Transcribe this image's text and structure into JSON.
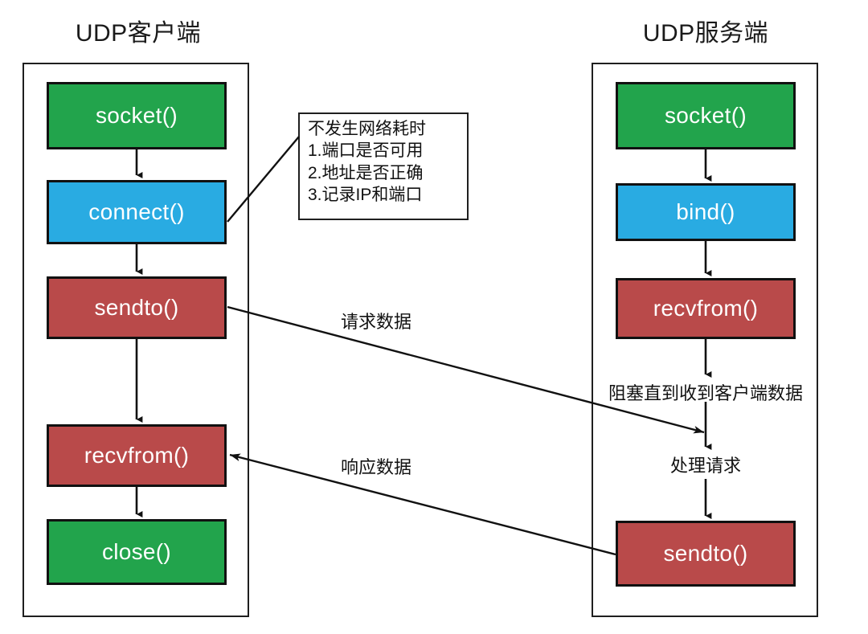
{
  "diagram": {
    "title_client": "UDP客户端",
    "title_server": "UDP服务端"
  },
  "client": {
    "nodes": [
      {
        "label": "socket()",
        "color": "green"
      },
      {
        "label": "connect()",
        "color": "blue"
      },
      {
        "label": "sendto()",
        "color": "red"
      },
      {
        "label": "recvfrom()",
        "color": "red"
      },
      {
        "label": "close()",
        "color": "green"
      }
    ]
  },
  "server": {
    "nodes": [
      {
        "label": "socket()",
        "color": "green"
      },
      {
        "label": "bind()",
        "color": "blue"
      },
      {
        "label": "recvfrom()",
        "color": "red"
      },
      {
        "label": "sendto()",
        "color": "red"
      }
    ],
    "annotations": {
      "blocking": "阻塞直到收到客户端数据",
      "handling": "处理请求"
    }
  },
  "note": {
    "lines": [
      "不发生网络耗时",
      "1.端口是否可用",
      "2.地址是否正确",
      "3.记录IP和端口"
    ]
  },
  "flows": {
    "request_label": "请求数据",
    "response_label": "响应数据"
  },
  "colors": {
    "green": "#22a44c",
    "blue": "#29abe2",
    "red": "#b94a4a",
    "stroke": "#111111",
    "lane_border": "#1f1f1f",
    "background": "#ffffff"
  }
}
